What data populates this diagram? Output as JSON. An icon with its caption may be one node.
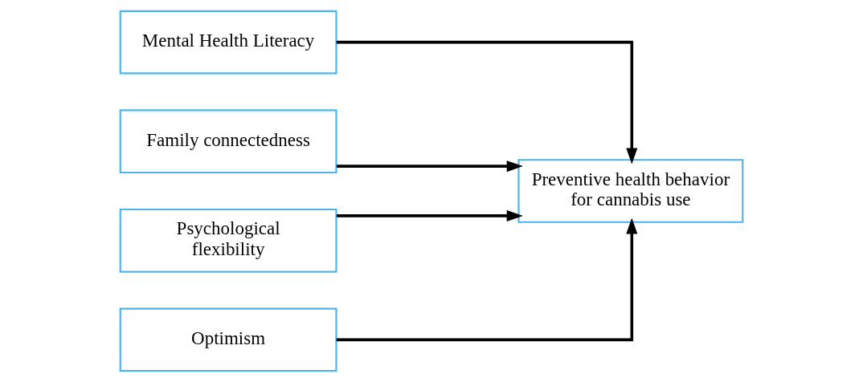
{
  "diagram": {
    "nodes": [
      {
        "text": [
          "Mental Health Literacy"
        ]
      },
      {
        "text": [
          "Family connectedness"
        ]
      },
      {
        "text": [
          "Psychological flexibility"
        ]
      },
      {
        "text": [
          "Optimism"
        ]
      },
      {
        "text": [
          "Preventive health behavior for cannabis use"
        ]
      }
    ],
    "edges": [
      {
        "from": 0,
        "to": 4,
        "arrow": "to"
      },
      {
        "from": 1,
        "to": 4,
        "arrow": "to"
      },
      {
        "from": 2,
        "to": 4,
        "arrow": "to"
      },
      {
        "from": 3,
        "to": 4,
        "arrow": "to"
      }
    ]
  }
}
